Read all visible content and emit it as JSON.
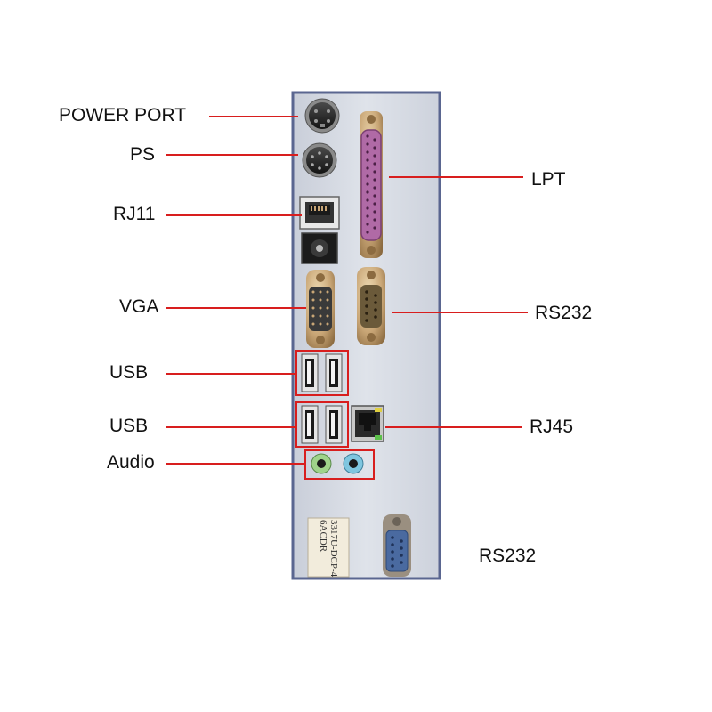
{
  "colors": {
    "panel_fill": "#d9dde6",
    "panel_border": "#5a6690",
    "leader_line": "#d81e1e",
    "label_text": "#111111",
    "parallel_port": "#b06aa6",
    "audio_green": "#9fd38a",
    "audio_blue": "#7fc6df",
    "brass": "#c9a676",
    "dark_metal": "#2b2b2b",
    "rs232_blue": "#4a6aa0"
  },
  "labels": {
    "power_port": "POWER PORT",
    "ps": "PS",
    "rj11": "RJ11",
    "vga": "VGA",
    "usb_upper": "USB",
    "usb_lower": "USB",
    "audio": "Audio",
    "lpt": "LPT",
    "rs232_upper": "RS232",
    "rj45": "RJ45",
    "rs232_lower": "RS232"
  },
  "sticker": {
    "line1": "3317U-DCP-4",
    "line2": "6ACDR"
  }
}
